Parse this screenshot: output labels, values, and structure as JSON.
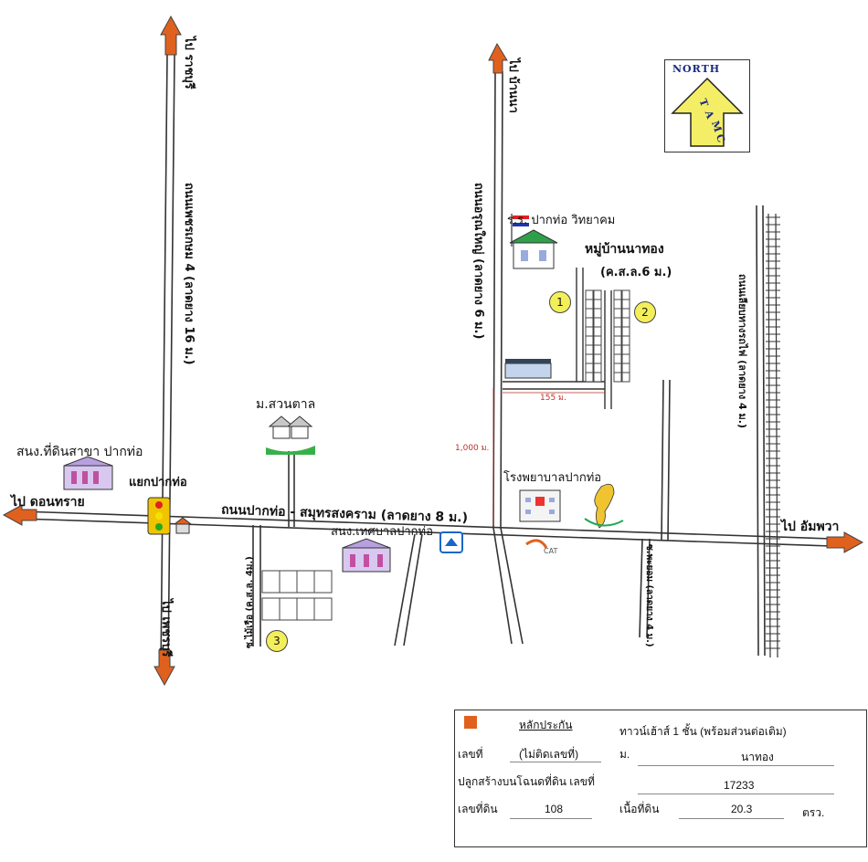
{
  "map": {
    "north_badge": {
      "title": "NORTH",
      "mark": "TAMC"
    },
    "roads": {
      "phetkasem_top_dest": "ไป ราชบุรี",
      "phetkasem_bottom_dest": "ไป เพชรบุรี",
      "phetkasem_name": "ถนนเพชรเกษม 4 (ลาดยาง 16 ม.)",
      "main_road_name": "ถนนปากท่อ - สมุทรสงคราม (ลาดยาง 8 ม.)",
      "main_road_left_dest": "ไป ดอนทราย",
      "main_road_right_dest": "ไป อัมพวา",
      "naruemit_top_dest": "ไป บ้านนา",
      "naruemit_name": "ถนนอรุณใหญ่ (ลาดยาง 6 ม.)",
      "right_road_name": "ถนนเลียบทางรถไฟ (ลาดยาง 4 ม.)",
      "lower_road_name": "ซ.พะยอม (ลาดยาง 4 ม.)",
      "left_soi_name": "ซ.ไม้เรือ (ค.ส.ล. 4ม.)"
    },
    "places": {
      "junction": "แยกปากท่อ",
      "land_office": "สนง.ที่ดินสาขา ปากท่อ",
      "suan_tan": "ม.สวนตาล",
      "school": "ร.ร. ปากท่อ วิทยาคม",
      "village_name": "หมู่บ้านนาทอง",
      "village_road": "(ค.ส.ล.6 ม.)",
      "hospital": "โรงพยาบาลปากท่อ",
      "municipal_office": "สนง.เทศบาลปากท่อ",
      "cat": "CAT"
    },
    "distances": {
      "d155": "155 ม.",
      "d1000": "1,000 ม."
    },
    "markers": {
      "m1": "1",
      "m2": "2",
      "m3": "3"
    }
  },
  "info_table": {
    "legend_label": "หลักประกัน",
    "property_type": "ทาวน์เฮ้าส์ 1 ชั้น (พร้อมส่วนต่อเติม)",
    "house_no_label": "เลขที่",
    "house_no_value": "(ไม่ติดเลขที่)",
    "moo_label": "ม.",
    "village_value": "นาทอง",
    "title_deed_label": "ปลูกสร้างบนโฉนดที่ดิน เลขที่",
    "title_deed_value": "17233",
    "land_no_label": "เลขที่ดิน",
    "land_no_value": "108",
    "area_label": "เนื้อที่ดิน",
    "area_value": "20.3",
    "area_unit": "ตรว.",
    "marker_color": "#e0611e"
  }
}
